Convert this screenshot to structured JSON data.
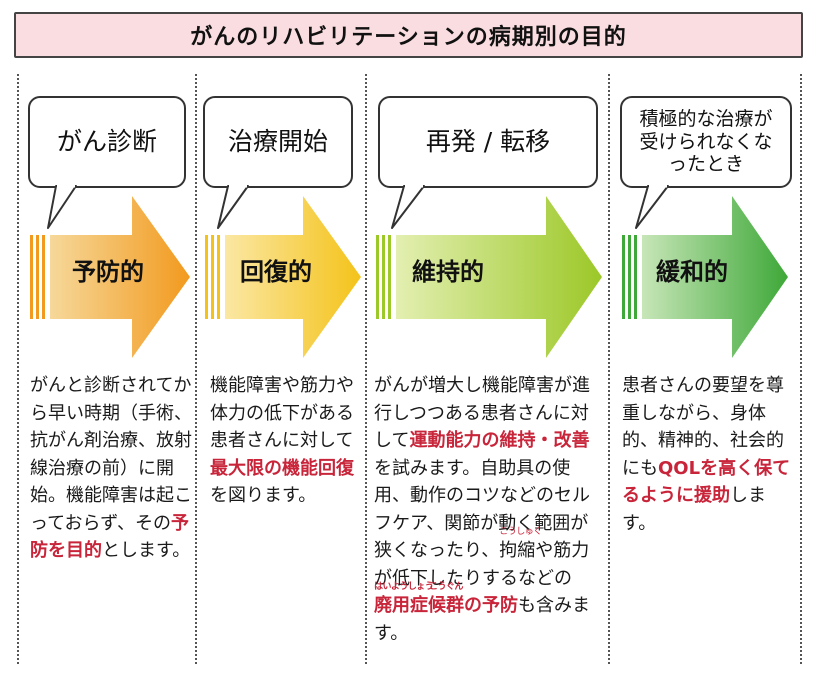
{
  "title": "がんのリハビリテーションの病期別の目的",
  "stages": [
    {
      "bubble": "がん診断",
      "arrow_label": "予防的",
      "desc_a": "がんと診断されてから早い時期（手術、抗がん剤治療、放射線治療の前）に開始。機能障害は起こっておらず、その",
      "desc_hl": "予防を目的",
      "desc_b": "とします。"
    },
    {
      "bubble": "治療開始",
      "arrow_label": "回復的",
      "desc_a": "機能障害や筋力や体力の低下がある患者さんに対して",
      "desc_hl": "最大限の機能回復",
      "desc_b": "を図ります。"
    },
    {
      "bubble": "再発 / 転移",
      "arrow_label": "維持的",
      "desc_a": "がんが増大し機能障害が進行しつつある患者さんに対して",
      "desc_hl": "運動能力の維持・改善",
      "desc_b1": "を試みます。自助具の使用、動作のコツなどのセルフケア、関節が動く範囲が狭くなったり、",
      "kousyuku": "拘縮",
      "kousyuku_ruby": "こうしゅく",
      "desc_b2": "や筋力が低下したりするなどの",
      "haiyou": "廃用症",
      "haiyou_ruby": "はいようしょう",
      "kougun": "候群",
      "kougun_ruby": "こうぐん",
      "desc_hl3": "の予防",
      "desc_b3": "も含みます。"
    },
    {
      "bubble": "積極的な治療が受けられなくなったとき",
      "arrow_label": "緩和的",
      "desc_a": "患者さんの要望を尊重しながら、身体的、精神的、社会的にも",
      "desc_hl": "QOLを高く保てるように援助",
      "desc_b": "します。"
    }
  ],
  "colors": {
    "title_bg": "#f9dde0",
    "highlight": "#c8253a",
    "arrow1": [
      "#f6d89a",
      "#f29a1e"
    ],
    "arrow2": [
      "#fbe7a4",
      "#f4c31a"
    ],
    "arrow3": [
      "#e3efb1",
      "#9cc828"
    ],
    "arrow4": [
      "#c7e6b8",
      "#3ea838"
    ]
  }
}
